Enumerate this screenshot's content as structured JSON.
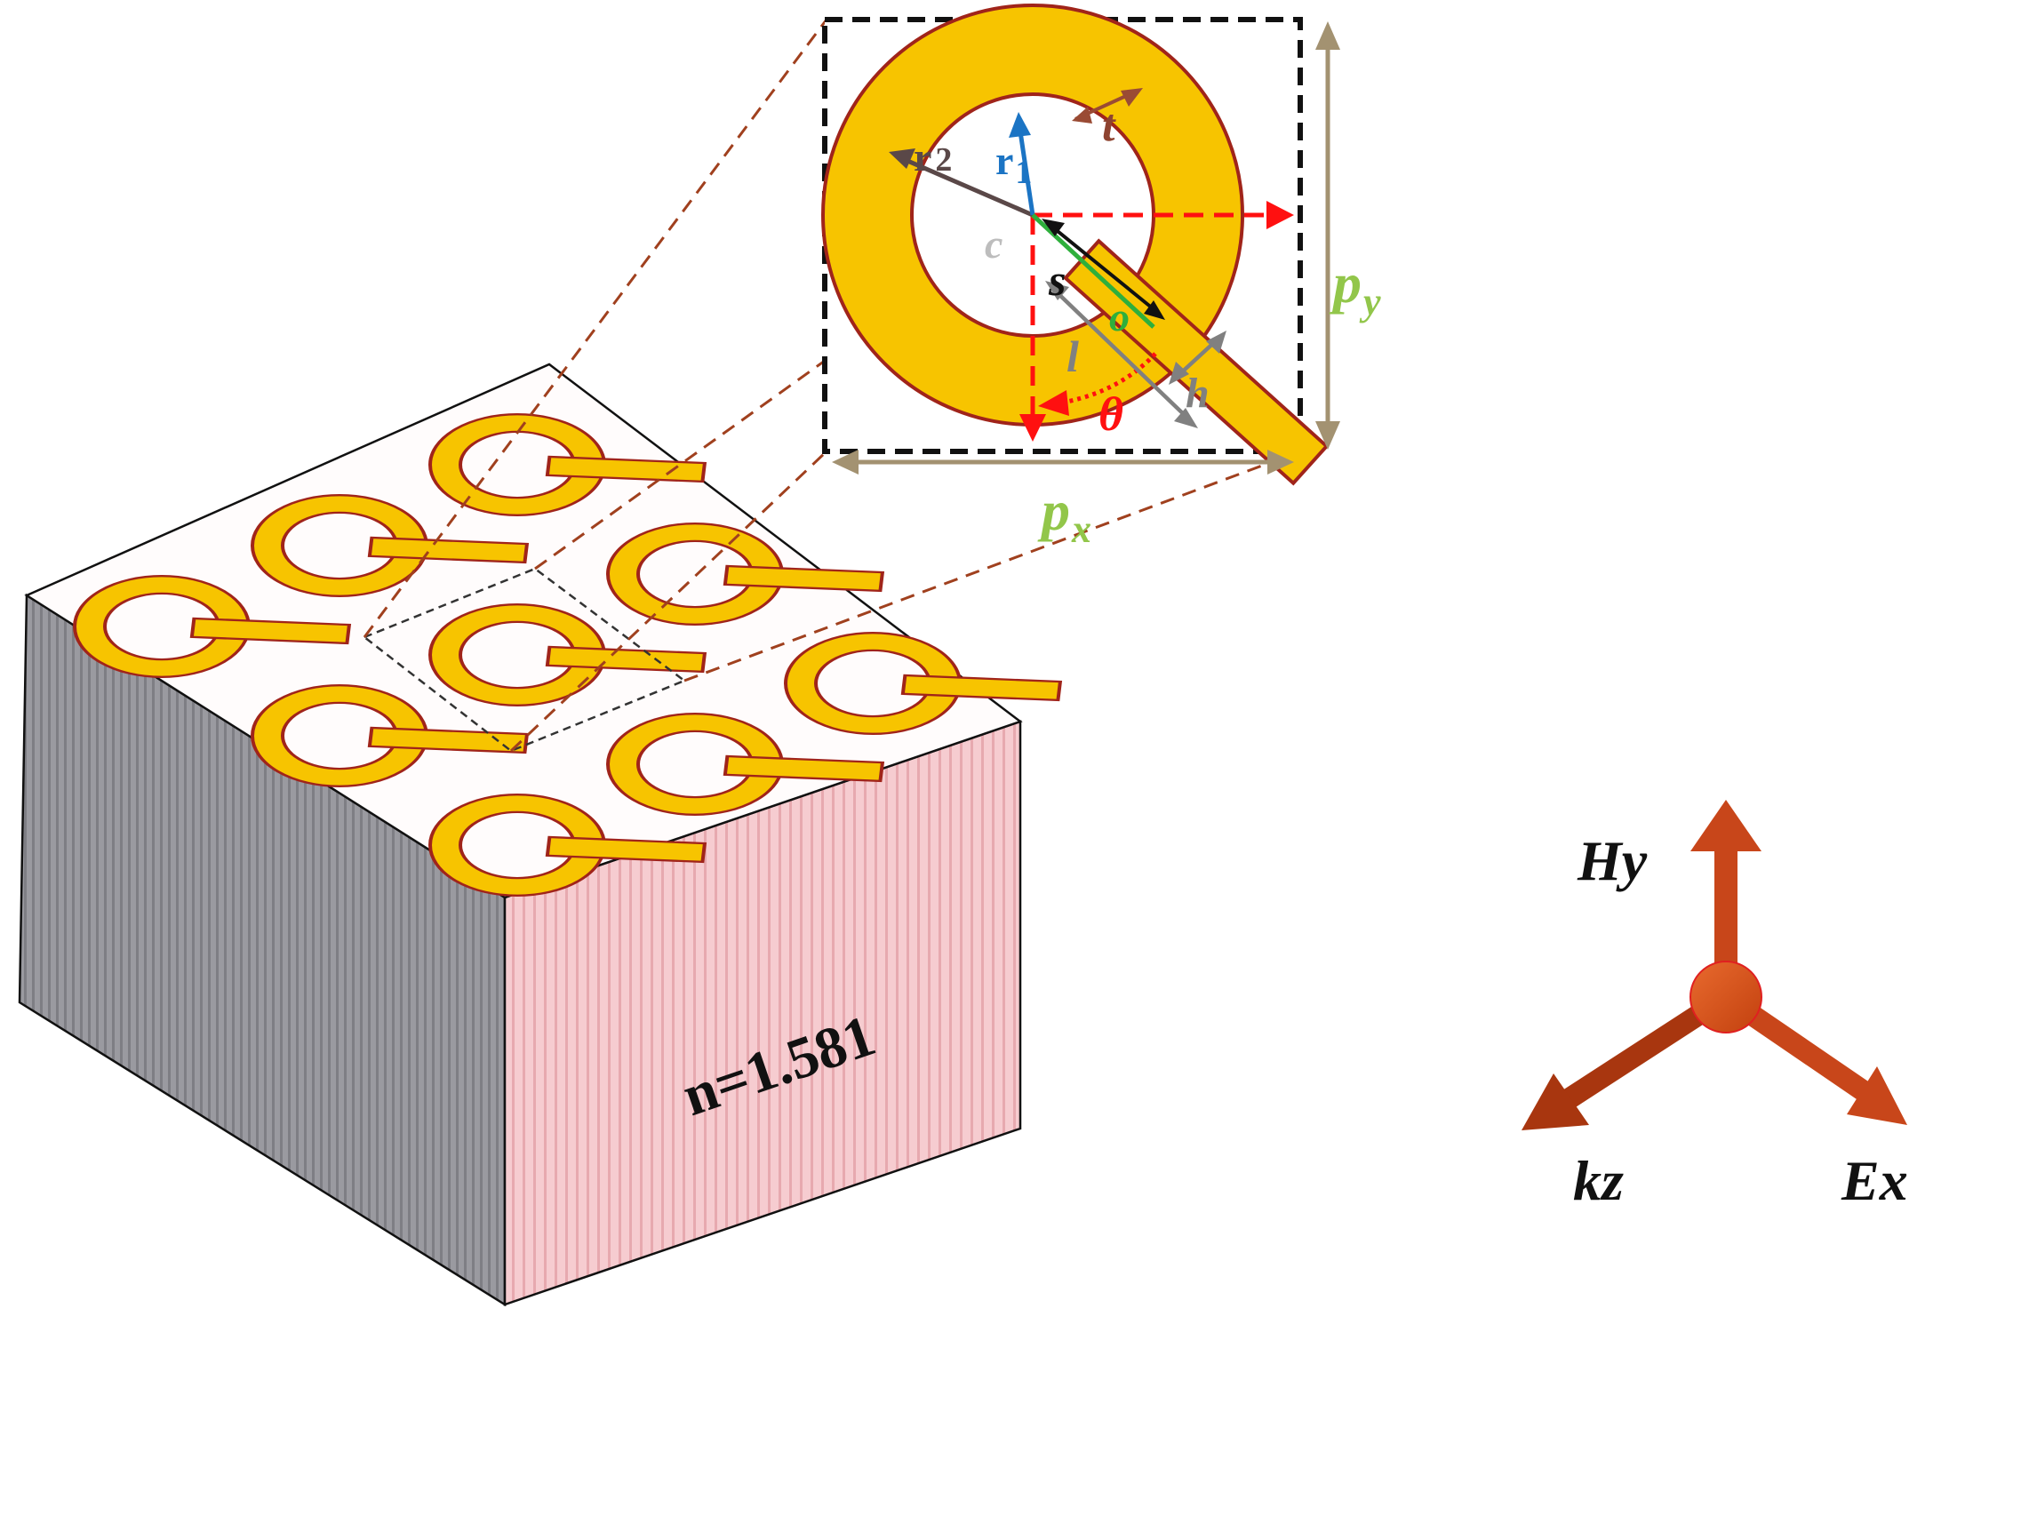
{
  "colors": {
    "gold": "#F7C400",
    "gold_outline": "#A0241A",
    "dashed_lines": "#A0401E",
    "box": "#111111",
    "axis_arrow": "#C8461A",
    "red_dash": "#FF1010",
    "blue": "#1B74C4",
    "green_label": "#92C64A",
    "period_arrow": "#A39271",
    "r2_arrow": "#5A4848",
    "gray_arrow": "#808080",
    "green_line": "#2EAF3C",
    "substrate_top": "#FFFCFC",
    "substrate_front": "#F3C3C7",
    "substrate_side": "#8F8F95"
  },
  "labels": {
    "r1": "r",
    "r1_sub": "1",
    "r2": "r",
    "r2_sub": "2",
    "t": "t",
    "c": "c",
    "s": "s",
    "o": "o",
    "l": "l",
    "h": "h",
    "theta": "θ",
    "px": "p",
    "px_sub": "x",
    "py": "p",
    "py_sub": "y",
    "substrate": "n=1.581",
    "Hy": "Hy",
    "kz": "kz",
    "Ex": "Ex"
  },
  "icons": {
    "unit_cell": "q-shaped-split-ring-resonator",
    "substrate": "dielectric-slab",
    "coordinate_axes": "three-axis-arrows"
  }
}
